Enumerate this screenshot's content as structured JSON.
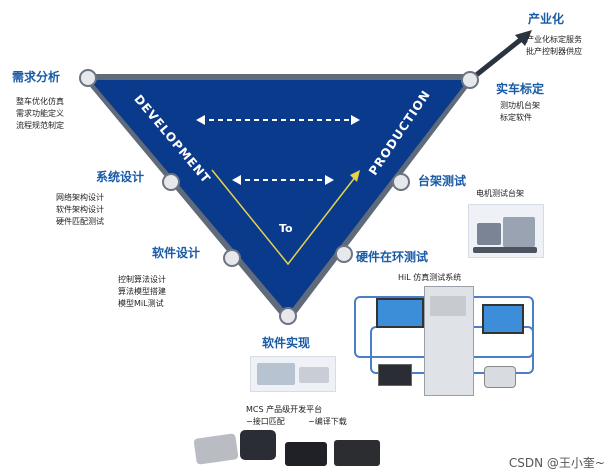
{
  "v_diagram": {
    "left_arm_label": "DEVELOPMENT",
    "right_arm_label": "PRODUCTION",
    "center_label": "To"
  },
  "stages": {
    "requirements": {
      "title": "需求分析",
      "items": [
        "整车优化仿真",
        "需求功能定义",
        "流程规范制定"
      ]
    },
    "system_design": {
      "title": "系统设计",
      "items": [
        "网络架构设计",
        "软件架构设计",
        "硬件匹配测试"
      ]
    },
    "software_design": {
      "title": "软件设计",
      "items": [
        "控制算法设计",
        "算法模型搭建",
        "模型MiL测试"
      ]
    },
    "software_impl": {
      "title": "软件实现",
      "items": [
        "MCS 产品级开发平台",
        "−接口匹配",
        "−编译下载"
      ]
    },
    "hil_test": {
      "title": "硬件在环测试",
      "items": [
        "HiL 仿真测试系统"
      ]
    },
    "bench_test": {
      "title": "台架测试",
      "items": [
        "电机测试台架"
      ]
    },
    "vehicle_calibration": {
      "title": "实车标定",
      "items": [
        "测功机台架",
        "标定软件"
      ]
    },
    "industrialization": {
      "title": "产业化",
      "items": [
        "产业化标定服务",
        "批产控制器供应"
      ]
    }
  },
  "watermark": "CSDN @王小奎~",
  "colors": {
    "v_fill": "#0a3a8c",
    "v_border": "#5f6a7a",
    "node_fill": "#e6e8eb",
    "arrow_yellow": "#e8d24a",
    "title_blue": "#1a5ba6"
  }
}
